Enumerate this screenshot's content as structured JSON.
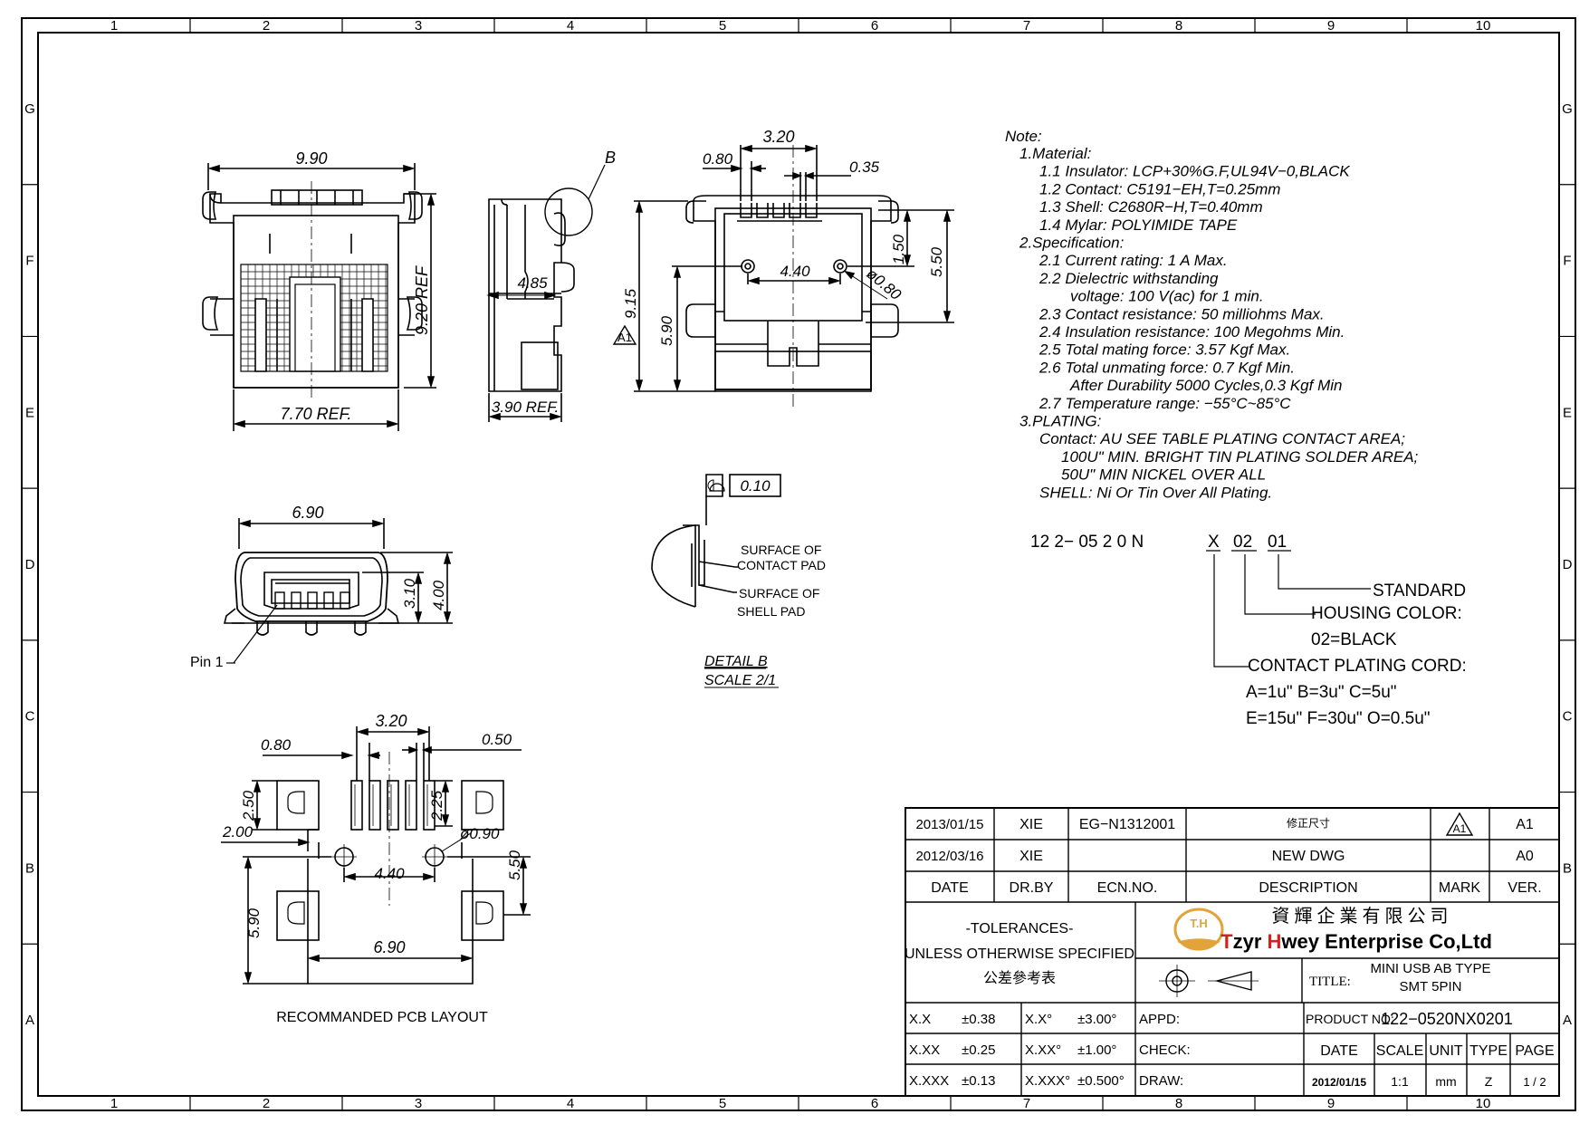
{
  "border": {
    "cols": [
      "1",
      "2",
      "3",
      "4",
      "5",
      "6",
      "7",
      "8",
      "9",
      "10"
    ],
    "rows": [
      "G",
      "F",
      "E",
      "D",
      "C",
      "B",
      "A"
    ]
  },
  "views": {
    "top": {
      "dim_width": "9.90",
      "dim_height": "9.20 REF",
      "dim_bottom": "7.70 REF."
    },
    "side": {
      "dim_inner": "4.85",
      "dim_bottom": "3.90 REF.",
      "detail_callout": "B"
    },
    "front": {
      "dim_pitch": "3.20",
      "dim_pin_w": "0.80",
      "dim_pin_gap": "0.35",
      "dim_post_h": "1.50",
      "dim_height_a": "5.50",
      "dim_post_spacing": "4.40",
      "dim_post_dia": "ø0.80",
      "dim_total_h": "9.15",
      "dim_lower_h": "5.90",
      "rev_mark": "A1"
    },
    "end": {
      "dim_width": "6.90",
      "dim_h1": "3.10",
      "dim_h2": "4.00",
      "pin_label": "Pin 1"
    },
    "detail": {
      "flatness": "0.10",
      "surface_contact": [
        "SURFACE OF",
        "CONTACT PAD"
      ],
      "surface_shell": [
        "SURFACE OF",
        "SHELL PAD"
      ],
      "title": "DETAIL B",
      "scale": "SCALE 2/1"
    },
    "pcb": {
      "dim_pitch": "3.20",
      "dim_pad_w": "0.80",
      "dim_gap": "0.50",
      "dim_pad_h": "2.50",
      "dim_pin_len": "2.25",
      "dim_offset": "2.00",
      "dim_hole": "ø0.90",
      "dim_post_spacing": "4.40",
      "dim_post_v": "5.50",
      "dim_lower": "5.90",
      "dim_width": "6.90",
      "title": "RECOMMANDED PCB LAYOUT"
    }
  },
  "notes": {
    "heading": "Note:",
    "lines": [
      "1.Material:",
      "1.1  Insulator:  LCP+30%G.F,UL94V−0,BLACK",
      "1.2  Contact:  C5191−EH,T=0.25mm",
      "1.3  Shell:  C2680R−H,T=0.40mm",
      "1.4  Mylar:  POLYIMIDE  TAPE",
      "2.Specification:",
      "2.1  Current  rating:  1  A  Max.",
      "2.2  Dielectric  withstanding",
      "voltage:  100  V(ac)  for  1  min.",
      "2.3  Contact  resistance:  50  milliohms  Max.",
      "2.4  Insulation  resistance:  100  Megohms  Min.",
      "2.5  Total  mating  force:  3.57  Kgf  Max.",
      "2.6  Total  unmating  force:  0.7  Kgf  Min.",
      "After  Durability  5000  Cycles,0.3  Kgf  Min",
      "2.7  Temperature  range:  −55°C~85°C",
      "3.PLATING:",
      "Contact:  AU  SEE  TABLE  PLATING  CONTACT  AREA;",
      "100U\"  MIN.  BRIGHT  TIN  PLATING  SOLDER  AREA;",
      "50U\"  MIN  NICKEL  OVER  ALL",
      "SHELL:    Ni  Or  Tin  Over  All  Plating."
    ]
  },
  "part_code": {
    "prefix": "12  2−  05  2  0  N",
    "x": "X",
    "color": "02",
    "std": "01",
    "standard": "STANDARD",
    "housing": "HOUSING  COLOR:",
    "housing_val": "02=BLACK",
    "plating": "CONTACT  PLATING  CORD:",
    "plating_row1": "A=1u\"    B=3u\"    C=5u\"",
    "plating_row2": "E=15u\"  F=30u\"  O=0.5u\""
  },
  "title_block": {
    "revisions": [
      {
        "date": "2013/01/15",
        "by": "XIE",
        "ecn": "EG−N1312001",
        "desc": "修正尺寸",
        "mark": "A1",
        "ver": "A1"
      },
      {
        "date": "2012/03/16",
        "by": "XIE",
        "ecn": "",
        "desc": "NEW  DWG",
        "mark": "",
        "ver": "A0"
      }
    ],
    "headers": {
      "date": "DATE",
      "by": "DR.BY",
      "ecn": "ECN.NO.",
      "desc": "DESCRIPTION",
      "mark": "MARK",
      "ver": "VER."
    },
    "tolerances": {
      "line1": "-TOLERANCES-",
      "line2": "UNLESS OTHERWISE SPECIFIED",
      "line3": "公差參考表"
    },
    "tol_rows": [
      {
        "a": "X.X",
        "av": "±0.38",
        "b": "X.X°",
        "bv": "±3.00°"
      },
      {
        "a": "X.XX",
        "av": "±0.25",
        "b": "X.XX°",
        "bv": "±1.00°"
      },
      {
        "a": "X.XXX",
        "av": "±0.13",
        "b": "X.XXX°",
        "bv": "±0.500°"
      }
    ],
    "company_cn": "資 輝 企 業 有 限 公 司",
    "company_en": "Tzyr Hwey Enterprise Co,Ltd",
    "logo_text": "T.H",
    "title_label": "TITLE:",
    "title_line1": "MINI USB AB TYPE",
    "title_line2": "SMT 5PIN",
    "appd": "APPD:",
    "check": "CHECK:",
    "draw": "DRAW:",
    "product_label": "PRODUCT NO:",
    "product_no": "122−0520NX0201",
    "cols": {
      "date": "DATE",
      "scale": "SCALE",
      "unit": "UNIT",
      "type": "TYPE",
      "page": "PAGE"
    },
    "vals": {
      "date": "2012/01/15",
      "scale": "1:1",
      "unit": "mm",
      "type": "Z",
      "page": "1 / 2"
    },
    "colors": {
      "logo": "#e2a43a",
      "red": "#d42020"
    }
  }
}
